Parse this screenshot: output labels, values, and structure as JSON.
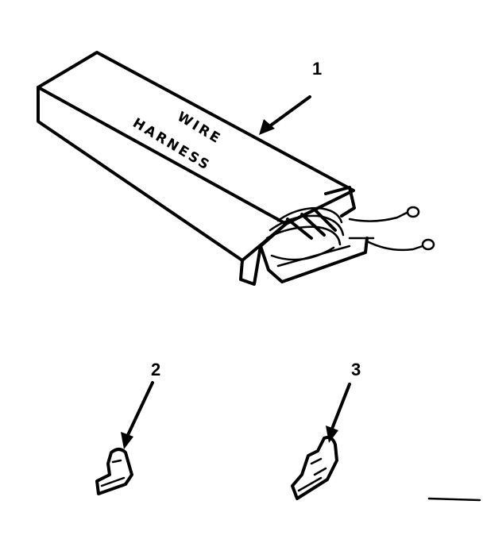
{
  "parts": [
    {
      "callout": "1",
      "box_text_line1": "WIRE",
      "box_text_line2": "HARNESS"
    },
    {
      "callout": "2"
    },
    {
      "callout": "3"
    }
  ]
}
